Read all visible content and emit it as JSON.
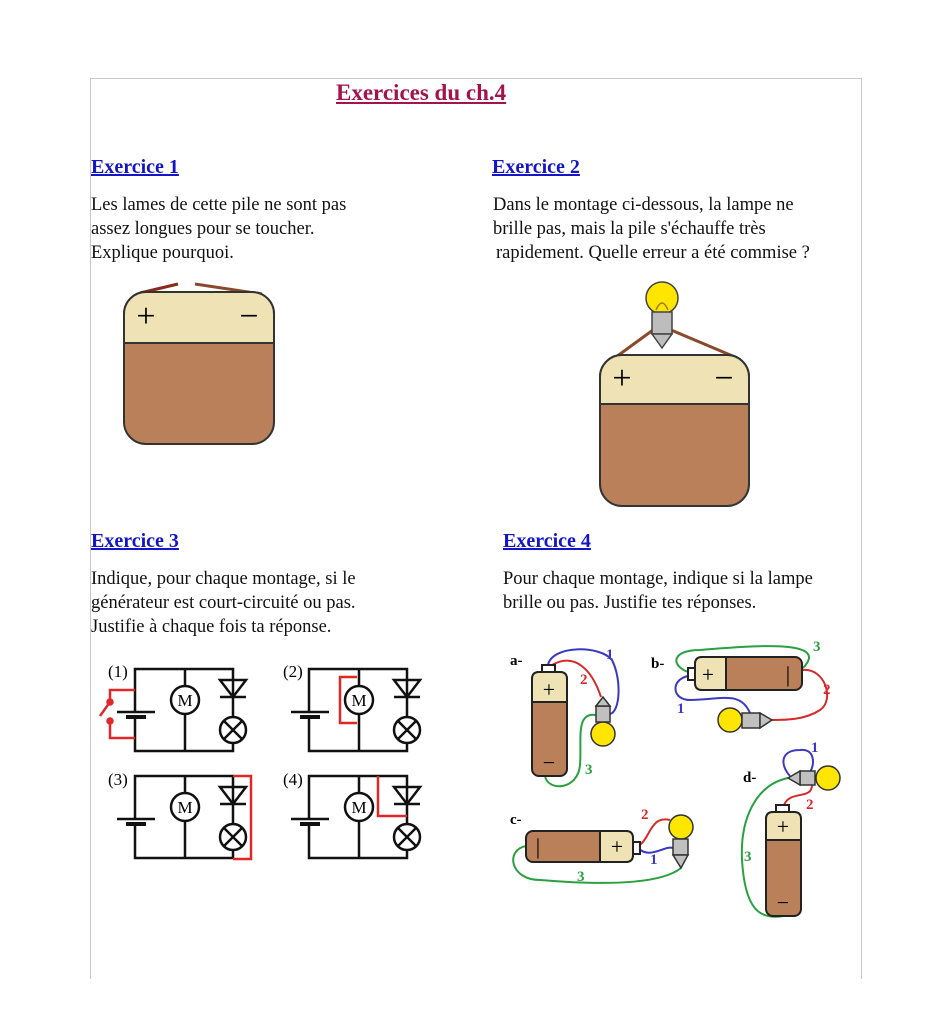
{
  "title": "Exercices du ch.4",
  "exercises": [
    {
      "heading": "Exercice 1",
      "lines": [
        "Les lames de cette pile ne sont pas",
        "assez longues pour se toucher.",
        "Explique pourquoi."
      ]
    },
    {
      "heading": "Exercice 2",
      "lines": [
        "Dans le montage ci-dessous, la lampe ne",
        "brille pas, mais la pile s'échauffe très",
        "rapidement. Quelle erreur a été commise ?"
      ]
    },
    {
      "heading": "Exercice 3",
      "lines": [
        "Indique, pour chaque montage, si le",
        "générateur est court-circuité ou pas.",
        "Justifie à chaque fois ta réponse."
      ]
    },
    {
      "heading": "Exercice 4",
      "lines": [
        "Pour chaque montage, indique si la lampe",
        "brille ou pas. Justifie tes réponses."
      ]
    }
  ],
  "battery_signs": {
    "plus": "+",
    "minus": "−",
    "bar": "|"
  },
  "circuits": {
    "labels": [
      "(1)",
      "(2)",
      "(3)",
      "(4)"
    ],
    "motor": "M"
  },
  "montages": {
    "labels": [
      "a-",
      "b-",
      "c-",
      "d-"
    ],
    "wires": [
      "1",
      "2",
      "3"
    ]
  },
  "colors": {
    "title": "#a3144e",
    "heading": "#1515c8",
    "battery_body": "#b9805a",
    "battery_top": "#efe3b5",
    "bulb": "#ffe600",
    "wire1": "#3a3ac0",
    "wire2": "#d42a2a",
    "wire3": "#2aa040",
    "short": "#e02828"
  }
}
